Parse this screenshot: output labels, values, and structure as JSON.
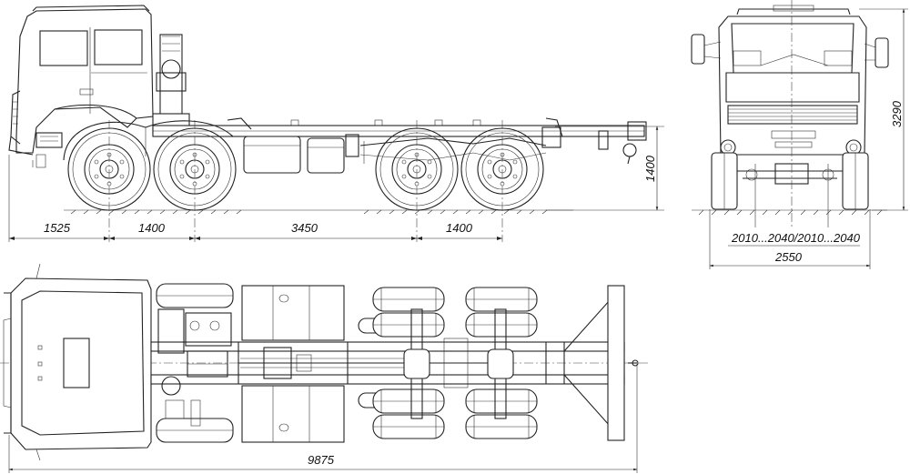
{
  "dimensions": {
    "front_overhang": "1525",
    "axle_gap_front": "1400",
    "wheelbase": "3450",
    "axle_gap_rear": "1400",
    "frame_height": "1400",
    "overall_height": "3290",
    "track": "2010...2040/2010...2040",
    "overall_width": "2550",
    "overall_length": "9875"
  },
  "icons": {
    "side": "truck-side-view",
    "front": "truck-front-view",
    "top": "truck-top-view"
  }
}
